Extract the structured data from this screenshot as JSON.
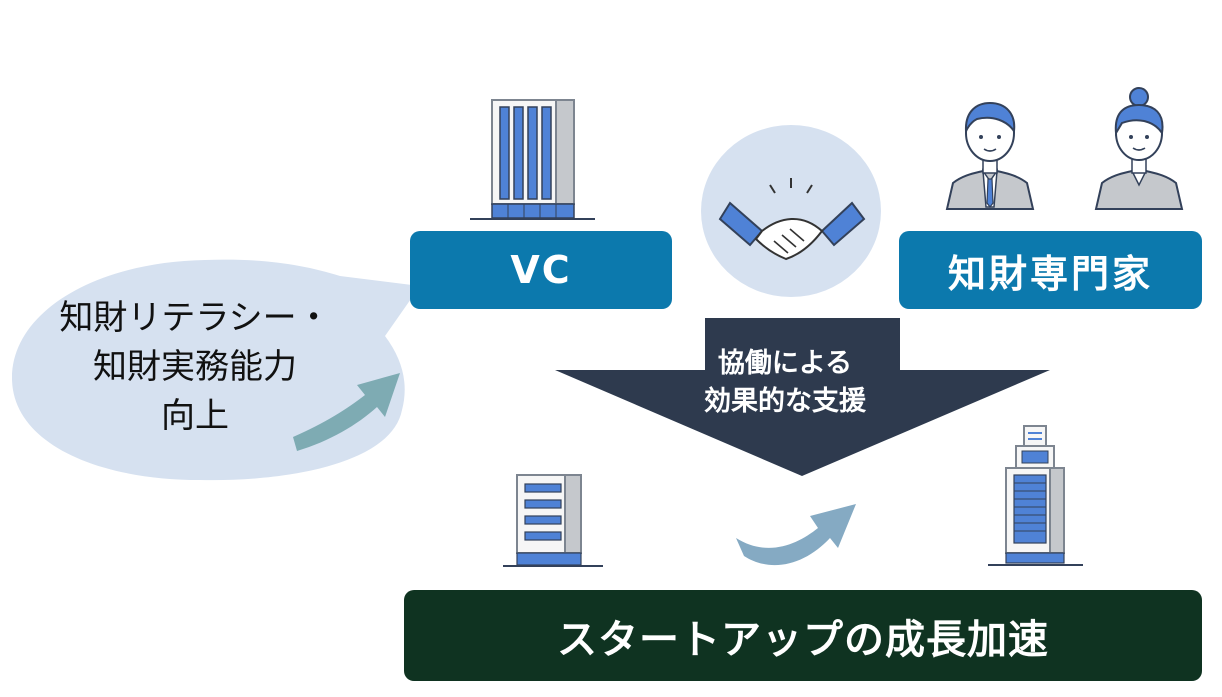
{
  "vc": {
    "label": "VC"
  },
  "expert": {
    "label": "知財専門家"
  },
  "bubble": {
    "lines": [
      "知財リテラシー・",
      "知財実務能力",
      "向上"
    ]
  },
  "arrow": {
    "lines": [
      "協働による",
      "効果的な支援"
    ]
  },
  "growth": {
    "label": "スタートアップの成長加速"
  },
  "colors": {
    "label_blue": "#0c79ad",
    "growth_green": "#0f3321",
    "arrow_navy": "#2e3a4e",
    "bubble_fill": "#d6e1f0",
    "curved_arrow_teal": "#7eabb3",
    "curved_arrow_blue": "#85aac3",
    "building_blue": "#4f82d6",
    "building_gray": "#c5c8cc"
  },
  "icons": [
    "vc-building-icon",
    "handshake-icon",
    "male-expert-icon",
    "female-expert-icon",
    "small-building-icon",
    "tall-building-icon",
    "curved-arrow-icon"
  ]
}
